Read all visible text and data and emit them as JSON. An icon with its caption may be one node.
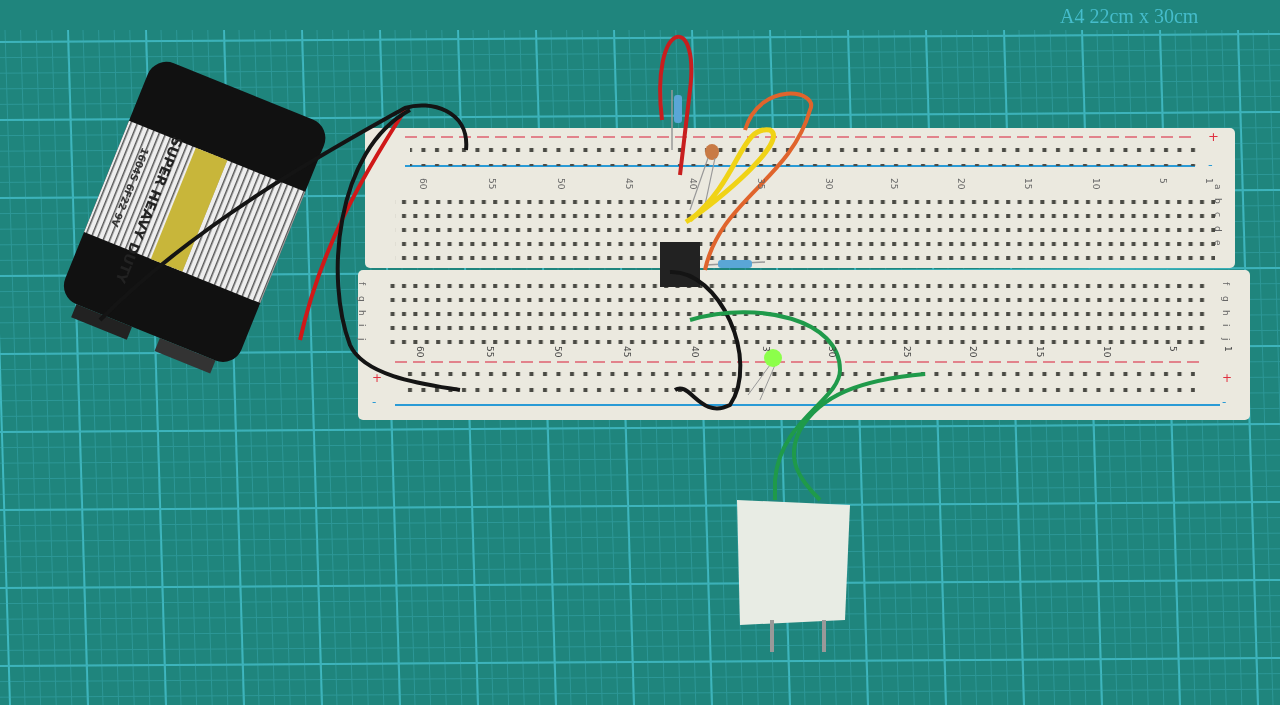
{
  "diagram": {
    "labels": [
      "A4 22cm x 30cm",
      "SUPER HEAVY DUTY",
      "1604S 6F22 9V",
      "+",
      "-",
      "60",
      "55",
      "50",
      "45",
      "40",
      "35",
      "30",
      "25",
      "20",
      "15",
      "10",
      "5",
      "1",
      "a",
      "b",
      "c",
      "d",
      "e",
      "f",
      "g",
      "h",
      "i",
      "j",
      "f",
      "g",
      "h",
      "i",
      "j",
      "60",
      "55",
      "50",
      "45",
      "40",
      "3",
      "30",
      "25",
      "20",
      "15",
      "10",
      "5",
      "1",
      "+",
      "-",
      "+",
      "-"
    ]
  }
}
